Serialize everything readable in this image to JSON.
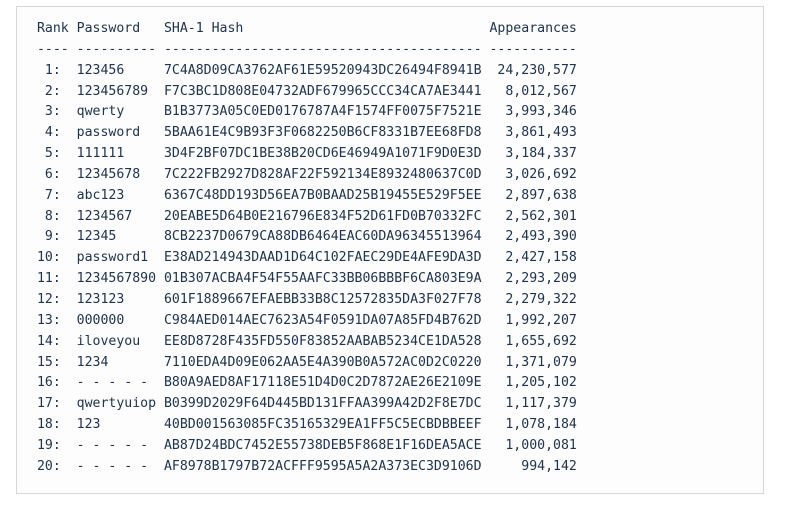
{
  "panel": {
    "name": "terminal-output-panel",
    "background_color": "#fdfdfd",
    "border_color": "#d7d7d7",
    "text_color": "#20344f"
  },
  "table": {
    "headers": {
      "rank": "Rank",
      "password": "Password",
      "hash": "SHA-1 Hash",
      "appearances": "Appearances"
    },
    "separators": {
      "rank": "----",
      "password": "----------",
      "hash": "----------------------------------------",
      "appearances": "-----------"
    },
    "column_widths": {
      "rank": 4,
      "password": 10,
      "hash": 40,
      "appearances": 11
    },
    "rows": [
      {
        "rank": "1",
        "password": "123456",
        "hash": "7C4A8D09CA3762AF61E59520943DC26494F8941B",
        "appearances": "24,230,577"
      },
      {
        "rank": "2",
        "password": "123456789",
        "hash": "F7C3BC1D808E04732ADF679965CCC34CA7AE3441",
        "appearances": "8,012,567"
      },
      {
        "rank": "3",
        "password": "qwerty",
        "hash": "B1B3773A05C0ED0176787A4F1574FF0075F7521E",
        "appearances": "3,993,346"
      },
      {
        "rank": "4",
        "password": "password",
        "hash": "5BAA61E4C9B93F3F0682250B6CF8331B7EE68FD8",
        "appearances": "3,861,493"
      },
      {
        "rank": "5",
        "password": "111111",
        "hash": "3D4F2BF07DC1BE38B20CD6E46949A1071F9D0E3D",
        "appearances": "3,184,337"
      },
      {
        "rank": "6",
        "password": "12345678",
        "hash": "7C222FB2927D828AF22F592134E8932480637C0D",
        "appearances": "3,026,692"
      },
      {
        "rank": "7",
        "password": "abc123",
        "hash": "6367C48DD193D56EA7B0BAAD25B19455E529F5EE",
        "appearances": "2,897,638"
      },
      {
        "rank": "8",
        "password": "1234567",
        "hash": "20EABE5D64B0E216796E834F52D61FD0B70332FC",
        "appearances": "2,562,301"
      },
      {
        "rank": "9",
        "password": "12345",
        "hash": "8CB2237D0679CA88DB6464EAC60DA96345513964",
        "appearances": "2,493,390"
      },
      {
        "rank": "10",
        "password": "password1",
        "hash": "E38AD214943DAAD1D64C102FAEC29DE4AFE9DA3D",
        "appearances": "2,427,158"
      },
      {
        "rank": "11",
        "password": "1234567890",
        "hash": "01B307ACBA4F54F55AAFC33BB06BBBF6CA803E9A",
        "appearances": "2,293,209"
      },
      {
        "rank": "12",
        "password": "123123",
        "hash": "601F1889667EFAEBB33B8C12572835DA3F027F78",
        "appearances": "2,279,322"
      },
      {
        "rank": "13",
        "password": "000000",
        "hash": "C984AED014AEC7623A54F0591DA07A85FD4B762D",
        "appearances": "1,992,207"
      },
      {
        "rank": "14",
        "password": "iloveyou",
        "hash": "EE8D8728F435FD550F83852AABAB5234CE1DA528",
        "appearances": "1,655,692"
      },
      {
        "rank": "15",
        "password": "1234",
        "hash": "7110EDA4D09E062AA5E4A390B0A572AC0D2C0220",
        "appearances": "1,371,079"
      },
      {
        "rank": "16",
        "password": "- - - - -",
        "hash": "B80A9AED8AF17118E51D4D0C2D7872AE26E2109E",
        "appearances": "1,205,102"
      },
      {
        "rank": "17",
        "password": "qwertyuiop",
        "hash": "B0399D2029F64D445BD131FFAA399A42D2F8E7DC",
        "appearances": "1,117,379"
      },
      {
        "rank": "18",
        "password": "123",
        "hash": "40BD001563085FC35165329EA1FF5C5ECBDBBEEF",
        "appearances": "1,078,184"
      },
      {
        "rank": "19",
        "password": "- - - - -",
        "hash": "AB87D24BDC7452E55738DEB5F868E1F16DEA5ACE",
        "appearances": "1,000,081"
      },
      {
        "rank": "20",
        "password": "- - - - -",
        "hash": "AF8978B1797B72ACFFF9595A5A2A373EC3D9106D",
        "appearances": "994,142"
      }
    ]
  }
}
